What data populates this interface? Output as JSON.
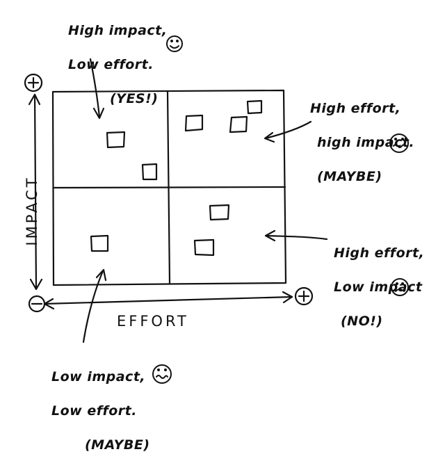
{
  "axes": {
    "y_label": "IMPACT",
    "x_label": "EFFORT",
    "plus_symbol": "+",
    "minus_symbol": "−"
  },
  "quadrant_notes": {
    "top_left": {
      "line1": "High impact,",
      "line2": "Low effort.",
      "tag": "(YES!)",
      "face": "smile-icon"
    },
    "top_right": {
      "line1": "High effort,",
      "line2": "high impact.",
      "tag": "(MAYBE)",
      "face": "wavy-mouth-icon"
    },
    "bottom_right": {
      "line1": "High effort,",
      "line2": "Low impact",
      "tag": "(NO!)",
      "face": "frown-icon"
    },
    "bottom_left": {
      "line1": "Low impact,",
      "line2": "Low effort.",
      "tag": "(MAYBE)",
      "face": "wavy-mouth-icon"
    }
  },
  "colors": {
    "ink": "#111111",
    "background": "#ffffff"
  }
}
